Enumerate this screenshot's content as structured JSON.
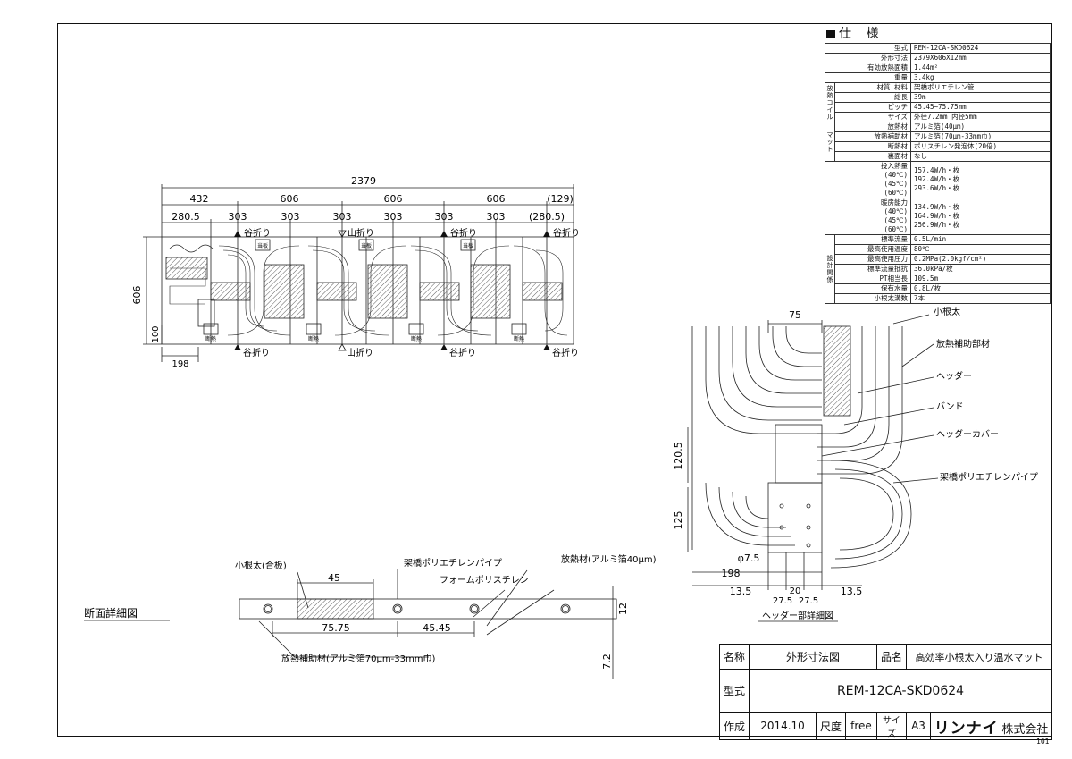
{
  "spec": {
    "title": "仕 様",
    "rows": [
      {
        "label": "型式",
        "value": "REM-12CA-SKD0624"
      },
      {
        "label": "外形寸法",
        "value": "2379X606X12mm"
      },
      {
        "label": "有効放熱面積",
        "value": "1.44m²"
      },
      {
        "label": "重量",
        "value": "3.4kg"
      }
    ],
    "coil_group": "放熱コイル",
    "coil_rows": [
      {
        "label": "材質 材料",
        "value": "架橋ポリエチレン管"
      },
      {
        "label": "総長",
        "value": "39m"
      },
      {
        "label": "ピッチ",
        "value": "45.45~75.75mm"
      },
      {
        "label": "サイズ",
        "value": "外径7.2mm 内径5mm"
      }
    ],
    "mat_group": "マット",
    "mat_rows": [
      {
        "label": "放熱材",
        "value": "アルミ箔(40μm)"
      },
      {
        "label": "放熱補助材",
        "value": "アルミ箔(70μm-33mm巾)"
      },
      {
        "label": "断熱材",
        "value": "ポリスチレン発泡体(20倍)"
      },
      {
        "label": "裏面材",
        "value": "なし"
      }
    ],
    "input_label": "投入熱量",
    "input_temps": [
      "(40℃)",
      "(45℃)",
      "(60℃)"
    ],
    "input_values": [
      "157.4W/h・枚",
      "192.4W/h・枚",
      "293.6W/h・枚"
    ],
    "heating_label": "暖房能力",
    "heating_temps": [
      "(40℃)",
      "(45℃)",
      "(60℃)"
    ],
    "heating_values": [
      "134.9W/h・枚",
      "164.9W/h・枚",
      "256.9W/h・枚"
    ],
    "design_group": "設計関係",
    "design_rows": [
      {
        "label": "標準流量",
        "value": "0.5L/min"
      },
      {
        "label": "最高使用温度",
        "value": "80℃"
      },
      {
        "label": "最高使用圧力",
        "value": "0.2MPa(2.0kgf/cm²)"
      },
      {
        "label": "標準流量抵抗",
        "value": "36.0kPa/枚"
      },
      {
        "label": "PT相当長",
        "value": "109.5m"
      },
      {
        "label": "保有水量",
        "value": "0.8L/枚"
      },
      {
        "label": "小根太溝数",
        "value": "7本"
      }
    ]
  },
  "plan": {
    "total": "2379",
    "segments_top": [
      "432",
      "606",
      "606",
      "606",
      "(129)"
    ],
    "segments_sub": [
      "280.5",
      "303",
      "303",
      "303",
      "303",
      "303",
      "303",
      "(280.5)"
    ],
    "height": "606",
    "dim_100": "100",
    "dim_198": "198",
    "fold_valley": "谷折り",
    "fold_mountain": "山折り",
    "box_small": "当板",
    "box_bottom": "断熱"
  },
  "section": {
    "title": "断面詳細図",
    "label_joist": "小根太(合板)",
    "label_pipe": "架橋ポリエチレンパイプ",
    "label_foil": "放熱材(アルミ箔40μm)",
    "label_foam": "フォームポリスチレン",
    "label_aux": "放熱補助材(アルミ箔70μm-33mm巾)",
    "dim_45": "45",
    "dim_7575": "75.75",
    "dim_4545": "45.45",
    "dim_12": "12",
    "dim_72": "7.2"
  },
  "header_detail": {
    "title": "ヘッダー部詳細図",
    "dim_75": "75",
    "dim_1205": "120.5",
    "dim_125": "125",
    "dim_phi": "φ7.5",
    "dim_198": "198",
    "dim_135a": "13.5",
    "dim_20": "20",
    "dim_135b": "13.5",
    "dim_275a": "27.5",
    "dim_275b": "27.5",
    "labels": [
      "小根太",
      "放熱補助部材",
      "ヘッダー",
      "バンド",
      "ヘッダーカバー",
      "架橋ポリエチレンパイプ"
    ]
  },
  "title_block": {
    "name_label": "名称",
    "name_value": "外形寸法図",
    "product_label": "品名",
    "product_value": "高効率小根太入り温水マット",
    "model_label": "型式",
    "model_value": "REM-12CA-SKD0624",
    "made_label": "作成",
    "made_value": "2014.10",
    "scale_label": "尺度",
    "scale_value": "free",
    "size_label": "サイズ",
    "size_value": "A3",
    "company_logo": "リンナイ",
    "company_suffix": "株式会社"
  },
  "sheet_number": "101"
}
